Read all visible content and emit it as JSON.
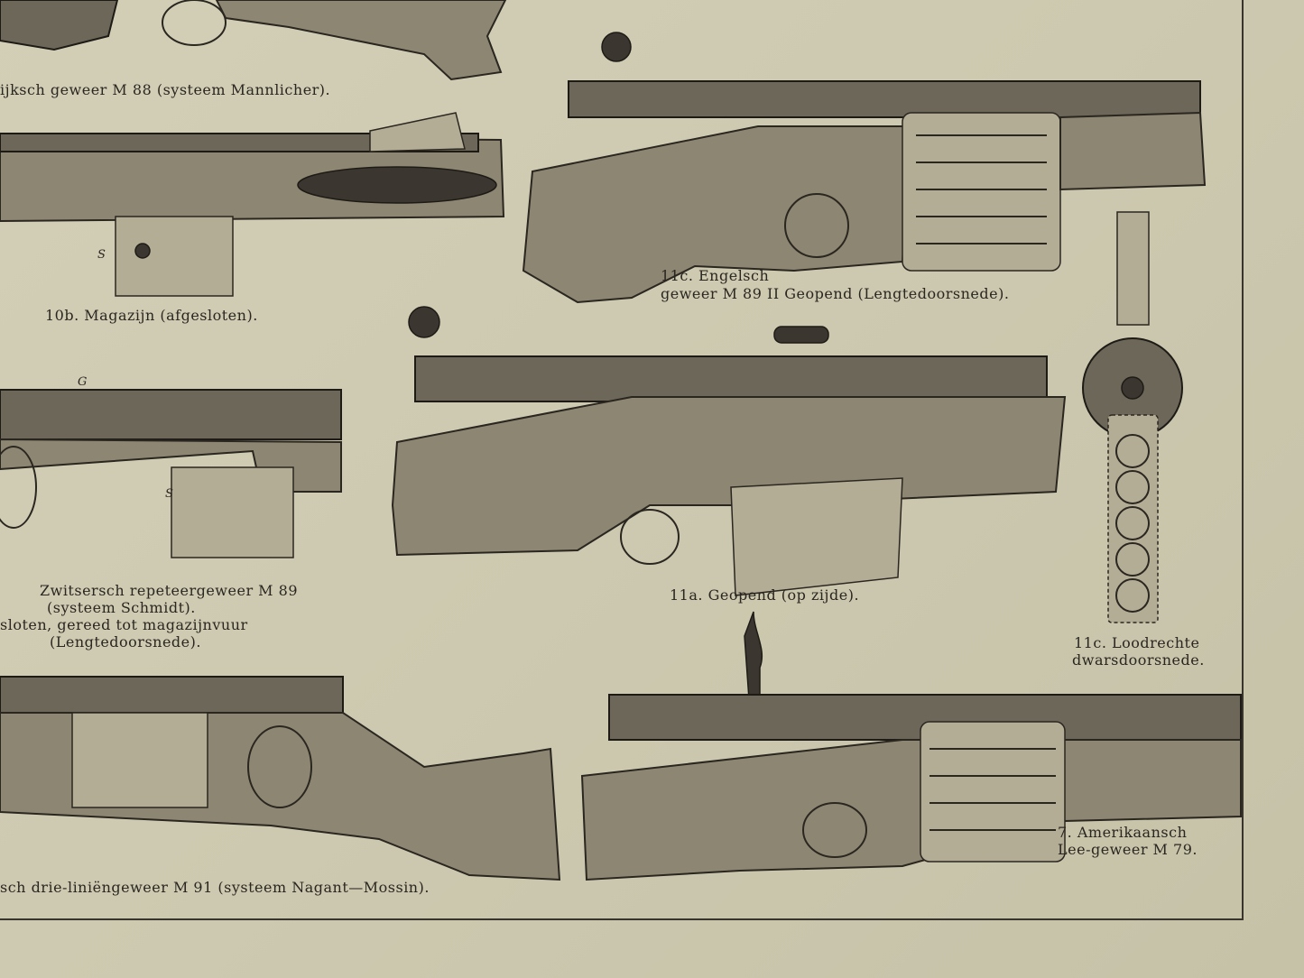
{
  "captions": {
    "austrian_m88": "ijksch geweer M 88 (systeem Mannlicher).",
    "magazine_10b": "10b. Magazijn (afgesloten).",
    "english_11c_line1": "11c. Engelsch",
    "english_11c_line2": "geweer M 89 II Geopend (Lengtedoorsnede).",
    "swiss_line1": "Zwitsersch repeteergeweer M 89",
    "swiss_line2": "(systeem Schmidt).",
    "swiss_line3": "sloten, gereed tot magazijnvuur",
    "swiss_line4": "(Lengtedoorsnede).",
    "open_11a": "11a. Geopend (op zijde).",
    "cross_11c_line1": "11c. Loodrechte",
    "cross_11c_line2": "dwarsdoorsnede.",
    "russian_m91": "sch drie-liniëngeweer M 91 (systeem Nagant—Mossin).",
    "american_line1": "7. Amerikaansch",
    "american_line2": "Lee-geweer M 79."
  },
  "part_labels": {
    "s1": "S",
    "g1": "G",
    "s2": "S"
  }
}
